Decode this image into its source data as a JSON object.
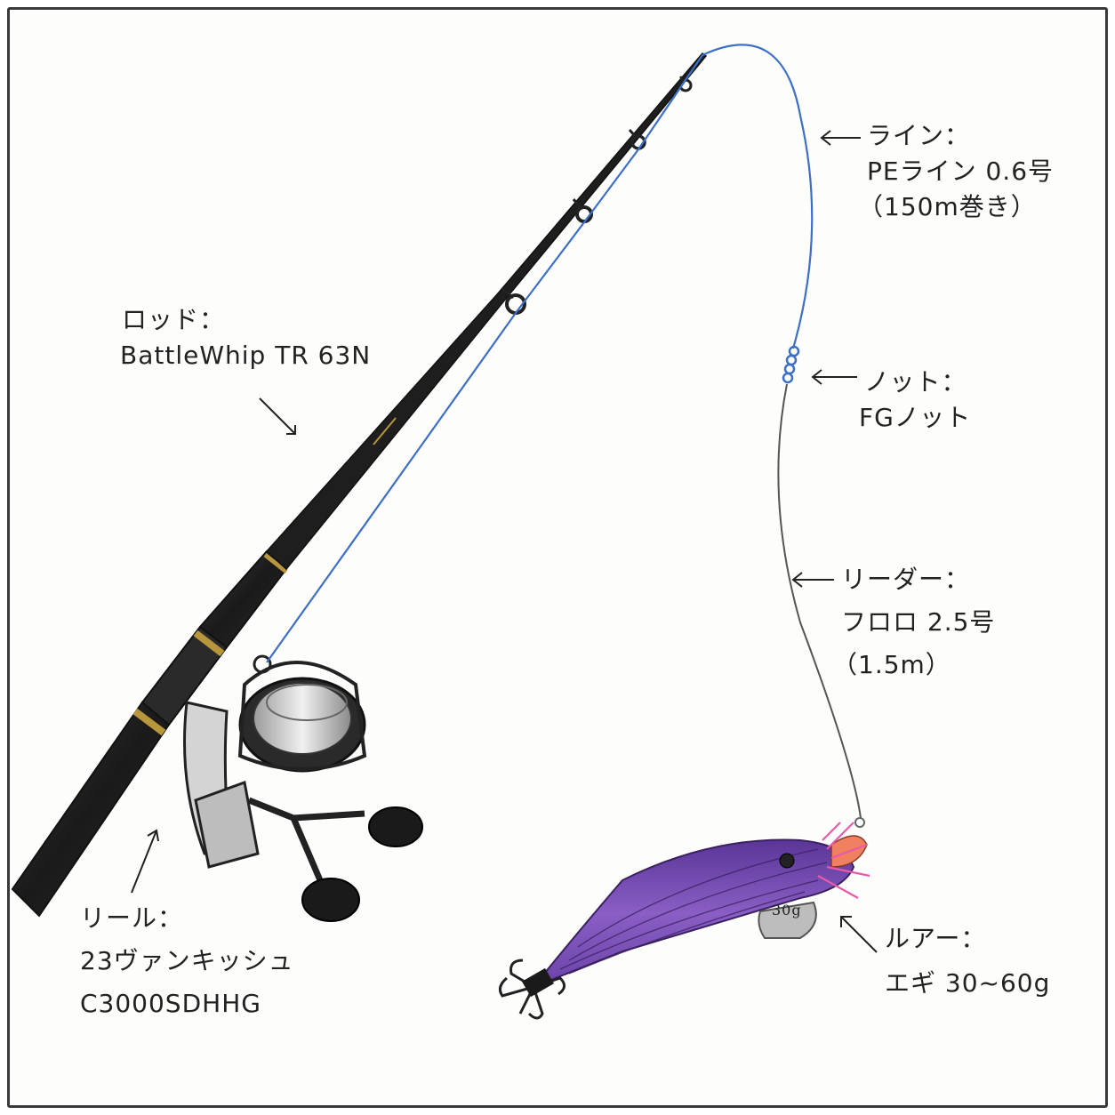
{
  "colors": {
    "background": "#fdfdfb",
    "border": "#3a3a3a",
    "pe_line": "#3d6fc4",
    "leader": "#555555",
    "rod": "#1e1e1e",
    "rod_accent": "#b8963c",
    "egi_body": "#7a4fb5",
    "egi_feather": "#e85aa8",
    "egi_head": "#f08060"
  },
  "labels": {
    "rod": {
      "title": "ロッド：",
      "value": "BattleWhip TR 63N"
    },
    "line": {
      "title": "ライン：",
      "value": "PEライン 0.6号",
      "detail": "（150m巻き）"
    },
    "knot": {
      "title": "ノット：",
      "value": "FGノット"
    },
    "leader": {
      "title": "リーダー：",
      "value": "フロロ 2.5号",
      "detail": "（1.5m）"
    },
    "reel": {
      "title": "リール：",
      "value": "23ヴァンキッシュ",
      "detail": "C3000SDHHG"
    },
    "lure": {
      "title": "ルアー：",
      "value": "エギ 30~60g"
    }
  },
  "egi": {
    "weight_tag": "30g"
  },
  "icons": [
    "arrow-icon",
    "rod-illustration",
    "reel-illustration",
    "egi-illustration",
    "fg-knot-illustration"
  ]
}
